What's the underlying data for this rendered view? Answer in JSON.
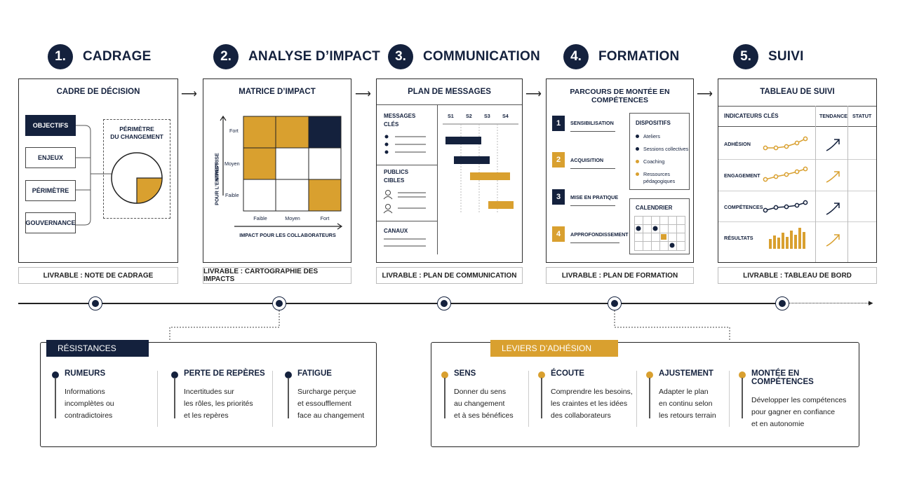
{
  "colors": {
    "navy": "#14213d",
    "gold": "#d9a02f"
  },
  "steps": [
    {
      "num": "1.",
      "title": "CADRAGE",
      "card_title": "CADRE DE DÉCISION",
      "deliverable": "LIVRABLE : NOTE DE CADRAGE"
    },
    {
      "num": "2.",
      "title": "ANALYSE D’IMPACT",
      "card_title": "MATRICE D’IMPACT",
      "deliverable": "LIVRABLE : CARTOGRAPHIE DES IMPACTS"
    },
    {
      "num": "3.",
      "title": "COMMUNICATION",
      "card_title": "PLAN DE MESSAGES",
      "deliverable": "LIVRABLE : PLAN DE COMMUNICATION"
    },
    {
      "num": "4.",
      "title": "FORMATION",
      "card_title": "PARCOURS DE MONTÉE EN COMPÉTENCES",
      "deliverable": "LIVRABLE : PLAN DE FORMATION"
    },
    {
      "num": "5.",
      "title": "SUIVI",
      "card_title": "TABLEAU DE SUIVI",
      "deliverable": "LIVRABLE : TABLEAU DE BORD"
    }
  ],
  "cadrage": {
    "items": [
      "OBJECTIFS",
      "ENJEUX",
      "PÉRIMÈTRE",
      "GOUVERNANCE"
    ],
    "perimeter_label_1": "PÉRIMÈTRE",
    "perimeter_label_2": "DU CHANGEMENT"
  },
  "impact": {
    "y_axis_1": "IMPACT",
    "y_axis_2": "POUR L’ENTREPRISE",
    "x_axis": "IMPACT POUR LES COLLABORATEURS",
    "rows": [
      "Fort",
      "Moyen",
      "Faible"
    ],
    "cols": [
      "Faible",
      "Moyen",
      "Fort"
    ]
  },
  "communication": {
    "messages_1": "MESSAGES",
    "messages_2": "CLÉS",
    "publics_1": "PUBLICS",
    "publics_2": "CIBLES",
    "canaux": "CANAUX",
    "weeks": [
      "S1",
      "S2",
      "S3",
      "S4"
    ]
  },
  "formation": {
    "stages": [
      {
        "n": "1",
        "label": "SENSIBILISATION"
      },
      {
        "n": "2",
        "label": "ACQUISITION"
      },
      {
        "n": "3",
        "label": "MISE EN PRATIQUE"
      },
      {
        "n": "4",
        "label": "APPROFONDISSEMENT"
      }
    ],
    "dispositifs_title": "DISPOSITIFS",
    "dispositifs": [
      "Ateliers",
      "Sessions collectives",
      "Coaching",
      "Ressources",
      "pédagogiques"
    ],
    "calendar_title": "CALENDRIER"
  },
  "suivi": {
    "col_indicators": "INDICATEURS CLÉS",
    "col_trend": "TENDANCE",
    "col_status": "STATUT",
    "rows": [
      "ADHÉSION",
      "ENGAGEMENT",
      "COMPÉTENCES",
      "RÉSULTATS"
    ]
  },
  "resistances": {
    "tag": "RÉSISTANCES",
    "items": [
      {
        "title": "RUMEURS",
        "lines": [
          "Informations",
          "incomplètes ou",
          "contradictoires"
        ]
      },
      {
        "title": "PERTE DE REPÈRES",
        "lines": [
          "Incertitudes sur",
          "les rôles, les priorités",
          "et les repères"
        ]
      },
      {
        "title": "FATIGUE",
        "lines": [
          "Surcharge perçue",
          "et essoufflement",
          "face au changement"
        ]
      }
    ]
  },
  "leviers": {
    "tag": "LEVIERS D’ADHÉSION",
    "items": [
      {
        "title": "SENS",
        "lines": [
          "Donner du sens",
          "au changement",
          "et à ses bénéfices"
        ]
      },
      {
        "title": "ÉCOUTE",
        "lines": [
          "Comprendre les besoins,",
          "les craintes et les idées",
          "des collaborateurs"
        ]
      },
      {
        "title": "AJUSTEMENT",
        "lines": [
          "Adapter le plan",
          "en continu selon",
          "les retours terrain"
        ]
      },
      {
        "title": "MONTÉE EN COMPÉTENCES",
        "lines": [
          "Développer les compétences",
          "pour gagner en confiance",
          "et en autonomie"
        ]
      }
    ]
  }
}
